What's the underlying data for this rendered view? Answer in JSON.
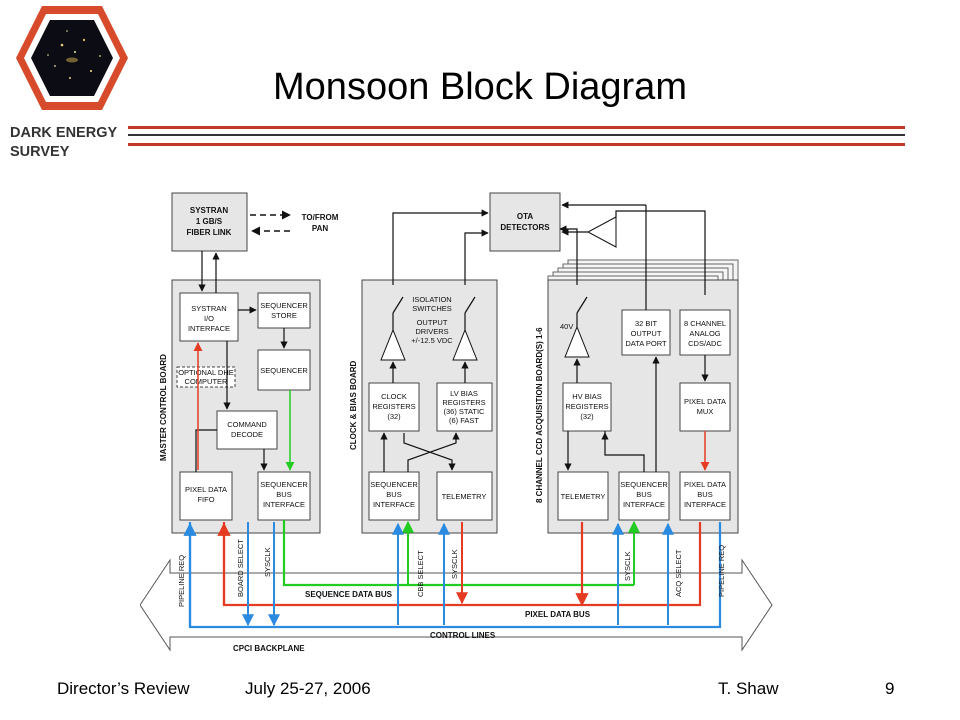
{
  "header": {
    "title": "Monsoon Block Diagram",
    "logo_text": [
      "DARK ENERGY",
      "SURVEY"
    ]
  },
  "colors": {
    "rule_red": "#c0392b",
    "rule_dark": "#333333",
    "green": "#22cc22",
    "red": "#e53b22",
    "blue": "#2a8be0",
    "board_fill": "#e6e6e6",
    "box_fill": "#ffffff"
  },
  "diagram": {
    "systran": [
      "SYSTRAN",
      "1 GB/S",
      "FIBER LINK"
    ],
    "to_from": [
      "TO/FROM",
      "PAN"
    ],
    "ota": [
      "OTA",
      "DETECTORS"
    ],
    "master": {
      "label": "MASTER CONTROL BOARD",
      "io": [
        "SYSTRAN",
        "I/O",
        "INTERFACE"
      ],
      "store": [
        "SEQUENCER",
        "STORE"
      ],
      "sequencer": "SEQUENCER",
      "optional": [
        "OPTIONAL DHE",
        "COMPUTER"
      ],
      "command": [
        "COMMAND",
        "DECODE"
      ],
      "fifo": [
        "PIXEL DATA",
        "FIFO"
      ],
      "busif": [
        "SEQUENCER",
        "BUS",
        "INTERFACE"
      ]
    },
    "clock": {
      "label": "CLOCK & BIAS BOARD",
      "iso": [
        "ISOLATION",
        "SWITCHES"
      ],
      "output": [
        "OUTPUT",
        "DRIVERS",
        "+/-12.5 VDC"
      ],
      "clkreg": [
        "CLOCK",
        "REGISTERS",
        "(32)"
      ],
      "lvbias": [
        "LV BIAS",
        "REGISTERS",
        "(36) STATIC",
        "(6) FAST"
      ],
      "busif": [
        "SEQUENCER",
        "BUS",
        "INTERFACE"
      ],
      "telemetry": "TELEMETRY"
    },
    "ccd": {
      "label": "8 CHANNEL CCD ACQUISITION BOARD(S) 1-6",
      "v40": "40V",
      "port32": [
        "32 BIT",
        "OUTPUT",
        "DATA PORT"
      ],
      "analog": [
        "8 CHANNEL",
        "ANALOG",
        "CDS/ADC"
      ],
      "hvbias": [
        "HV BIAS",
        "REGISTERS",
        "(32)"
      ],
      "mux": [
        "PIXEL DATA",
        "MUX"
      ],
      "telemetry": "TELEMETRY",
      "busif": [
        "SEQUENCER",
        "BUS",
        "INTERFACE"
      ],
      "pixbus": [
        "PIXEL DATA",
        "BUS",
        "INTERFACE"
      ]
    },
    "signals": {
      "pipeline_req_l": "PIPELINE REQ",
      "board_select": "BOARD SELECT",
      "sysclk_1": "SYSCLK",
      "cbb_select": "CBB SELECT",
      "sysclk_2": "SYSCLK",
      "sysclk_3": "SYSCLK",
      "acq_select": "ACQ SELECT",
      "pipeline_req_r": "PIPELINE REQ"
    },
    "buses": {
      "sequence": "SEQUENCE DATA BUS",
      "pixel": "PIXEL DATA BUS",
      "control": "CONTROL LINES",
      "cpci": "CPCI BACKPLANE"
    }
  },
  "footer": {
    "event": "Director’s Review",
    "date": "July 25-27, 2006",
    "author": "T. Shaw",
    "page": "9"
  }
}
